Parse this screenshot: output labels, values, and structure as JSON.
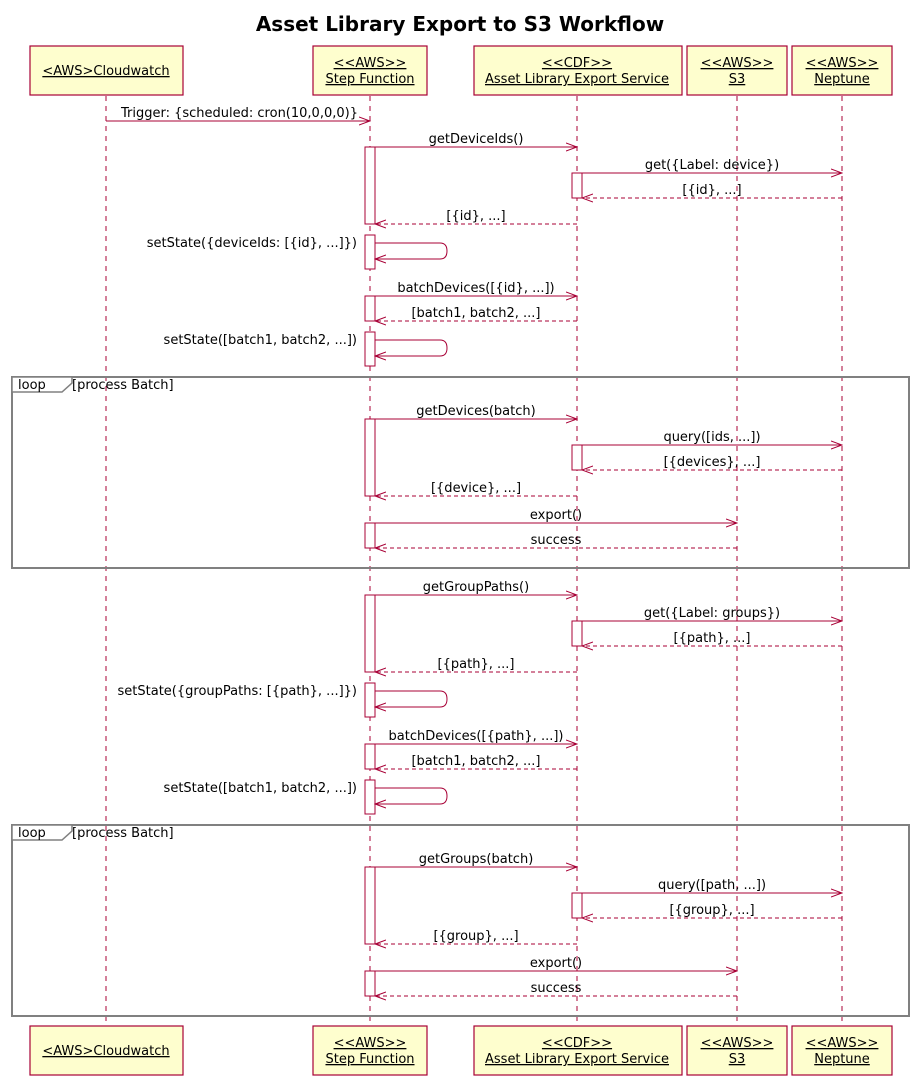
{
  "title": "Asset Library Export to S3 Workflow",
  "participants": [
    {
      "lines": [
        "<AWS>Cloudwatch"
      ]
    },
    {
      "lines": [
        "<<AWS>>",
        "Step Function"
      ]
    },
    {
      "lines": [
        "<<CDF>>",
        "Asset Library Export Service"
      ]
    },
    {
      "lines": [
        "<<AWS>>",
        "S3"
      ]
    },
    {
      "lines": [
        "<<AWS>>",
        "Neptune"
      ]
    }
  ],
  "loops": [
    {
      "keyword": "loop",
      "condition": "[process Batch]"
    },
    {
      "keyword": "loop",
      "condition": "[process Batch]"
    }
  ],
  "messages": [
    {
      "from": 0,
      "to": 1,
      "label": "Trigger: {scheduled: cron(10,0,0,0)}",
      "type": "sync"
    },
    {
      "from": 1,
      "to": 2,
      "label": "getDeviceIds()",
      "type": "sync"
    },
    {
      "from": 2,
      "to": 4,
      "label": "get({Label: device})",
      "type": "sync"
    },
    {
      "from": 4,
      "to": 2,
      "label": "[{id}, ...]",
      "type": "return"
    },
    {
      "from": 2,
      "to": 1,
      "label": "[{id}, ...]",
      "type": "return"
    },
    {
      "from": 1,
      "to": 1,
      "label": "setState({deviceIds: [{id}, ...]})",
      "type": "self"
    },
    {
      "from": 1,
      "to": 2,
      "label": "batchDevices([{id}, ...])",
      "type": "sync"
    },
    {
      "from": 2,
      "to": 1,
      "label": "[batch1, batch2, ...]",
      "type": "return"
    },
    {
      "from": 1,
      "to": 1,
      "label": "setState([batch1, batch2, ...])",
      "type": "self"
    },
    {
      "from": 1,
      "to": 2,
      "label": "getDevices(batch)",
      "type": "sync"
    },
    {
      "from": 2,
      "to": 4,
      "label": "query([ids, ...])",
      "type": "sync"
    },
    {
      "from": 4,
      "to": 2,
      "label": "[{devices}, ...]",
      "type": "return"
    },
    {
      "from": 2,
      "to": 1,
      "label": "[{device}, ...]",
      "type": "return"
    },
    {
      "from": 1,
      "to": 3,
      "label": "export()",
      "type": "sync"
    },
    {
      "from": 3,
      "to": 1,
      "label": "success",
      "type": "return"
    },
    {
      "from": 1,
      "to": 2,
      "label": "getGroupPaths()",
      "type": "sync"
    },
    {
      "from": 2,
      "to": 4,
      "label": "get({Label: groups})",
      "type": "sync"
    },
    {
      "from": 4,
      "to": 2,
      "label": "[{path}, ...]",
      "type": "return"
    },
    {
      "from": 2,
      "to": 1,
      "label": "[{path}, ...]",
      "type": "return"
    },
    {
      "from": 1,
      "to": 1,
      "label": "setState({groupPaths: [{path}, ...]})",
      "type": "self"
    },
    {
      "from": 1,
      "to": 2,
      "label": "batchDevices([{path}, ...])",
      "type": "sync"
    },
    {
      "from": 2,
      "to": 1,
      "label": "[batch1, batch2, ...]",
      "type": "return"
    },
    {
      "from": 1,
      "to": 1,
      "label": "setState([batch1, batch2, ...])",
      "type": "self"
    },
    {
      "from": 1,
      "to": 2,
      "label": "getGroups(batch)",
      "type": "sync"
    },
    {
      "from": 2,
      "to": 4,
      "label": "query([path, ...])",
      "type": "sync"
    },
    {
      "from": 4,
      "to": 2,
      "label": "[{group}, ...]",
      "type": "return"
    },
    {
      "from": 2,
      "to": 1,
      "label": "[{group}, ...]",
      "type": "return"
    },
    {
      "from": 1,
      "to": 3,
      "label": "export()",
      "type": "sync"
    },
    {
      "from": 3,
      "to": 1,
      "label": "success",
      "type": "return"
    }
  ]
}
